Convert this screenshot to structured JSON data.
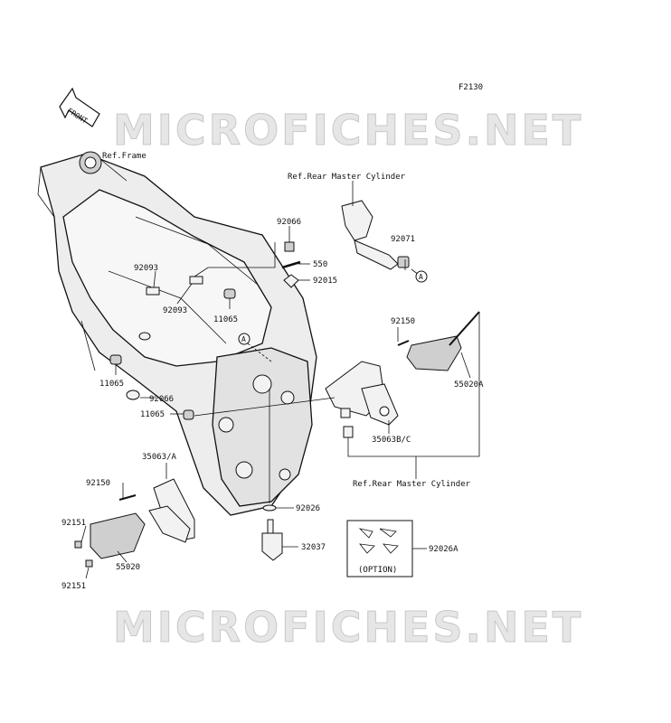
{
  "figure_code": "F2130",
  "watermark_top": "MICROFICHES.NET",
  "watermark_bottom": "MICROFICHES.NET",
  "front_marker": "FRONT",
  "refs": {
    "frame": "Ref.Frame",
    "rear_master_top": "Ref.Rear Master Cylinder",
    "rear_master_bottom": "Ref.Rear Master Cylinder"
  },
  "callout_A": "A",
  "option_label": "(OPTION)",
  "parts": {
    "p92066_top": "92066",
    "p550": "550",
    "p92015": "92015",
    "p92093_left": "92093",
    "p92093_mid": "92093",
    "p11065_mid": "11065",
    "p11065_left": "11065",
    "p92066_left": "92066",
    "p11065_low": "11065",
    "p92071": "92071",
    "p92150_right": "92150",
    "p55020A": "55020A",
    "p35063BC": "35063B/C",
    "p35063A": "35063/A",
    "p92150_left": "92150",
    "p92151_a": "92151",
    "p92151_b": "92151",
    "p55020": "55020",
    "p92026": "92026",
    "p32037": "32037",
    "p92026A": "92026A"
  }
}
